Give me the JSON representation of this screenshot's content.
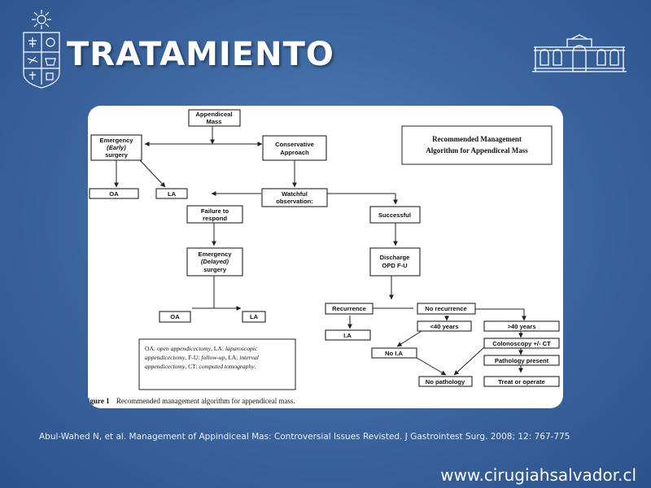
{
  "title": "TRATAMIENTO",
  "figure": {
    "legend_box": {
      "line1": "Recommended Management",
      "line2": "Algorithm for Appendiceal Mass"
    },
    "nodes": {
      "appendiceal_mass": [
        "Appendiceal",
        "Mass"
      ],
      "emergency_early": {
        "line1": "Emergency",
        "line2": "(Early)",
        "line3": "surgery"
      },
      "conservative": [
        "Conservative",
        "Approach"
      ],
      "oa_top": "OA",
      "la_top": "LA",
      "watchful": [
        "Watchful",
        "observation:"
      ],
      "failure": [
        "Failure to",
        "respond"
      ],
      "successful": "Successful",
      "emergency_delayed": {
        "line1": "Emergency",
        "line2": "(Delayed)",
        "line3": "surgery"
      },
      "discharge": [
        "Discharge",
        "OPD F-U"
      ],
      "oa_bottom": "OA",
      "la_bottom": "LA",
      "recurrence": "Recurrence",
      "no_recurrence": "No recurrence",
      "ia": "I.A",
      "lt40": "<40 years",
      "gt40": ">40 years",
      "no_ia": "No I.A",
      "colonoscopy": "Colonoscopy +/- CT",
      "pathology_present": "Pathology present",
      "no_pathology": "No pathology",
      "treat": "Treat or operate"
    },
    "abbreviations": [
      [
        {
          "t": "OA: ",
          "i": false
        },
        {
          "t": "open appendicectomy",
          "i": true
        },
        {
          "t": ", LA: ",
          "i": false
        },
        {
          "t": "laparoscopic",
          "i": true
        }
      ],
      [
        {
          "t": "appendicectomy",
          "i": true
        },
        {
          "t": ", F-U: ",
          "i": false
        },
        {
          "t": "follow-up",
          "i": true
        },
        {
          "t": ", I.A: ",
          "i": false
        },
        {
          "t": "interval",
          "i": true
        }
      ],
      [
        {
          "t": "appendicectomy",
          "i": true
        },
        {
          "t": ", CT: ",
          "i": false
        },
        {
          "t": "computed tomography",
          "i": true
        },
        {
          "t": ".",
          "i": false
        }
      ]
    ],
    "caption_label": "igure 1",
    "caption_text": "Recommended management algorithm for appendiceal mass."
  },
  "citation": "Abul-Wahed N, et al. Management of Appindiceal Mas: Controversial Issues Revisted. J Gastrointest Surg. 2008; 12: 767-775",
  "website": "www.cirugiahsalvador.cl"
}
